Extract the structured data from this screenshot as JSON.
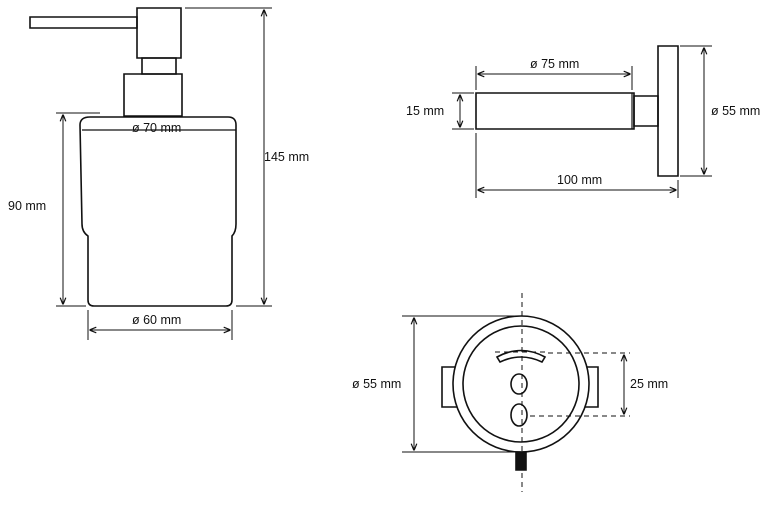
{
  "dimensions": {
    "dispenser_total_height": "145 mm",
    "dispenser_body_height": "90 mm",
    "dispenser_top_diameter": "ø 70 mm",
    "dispenser_bottom_diameter": "ø 60 mm",
    "holder_ring_diameter": "ø 75 mm",
    "holder_thickness": "15 mm",
    "holder_depth": "100 mm",
    "holder_flange_diameter": "ø 55 mm",
    "mount_diameter": "ø 55 mm",
    "mount_hole_spacing": "25 mm"
  }
}
